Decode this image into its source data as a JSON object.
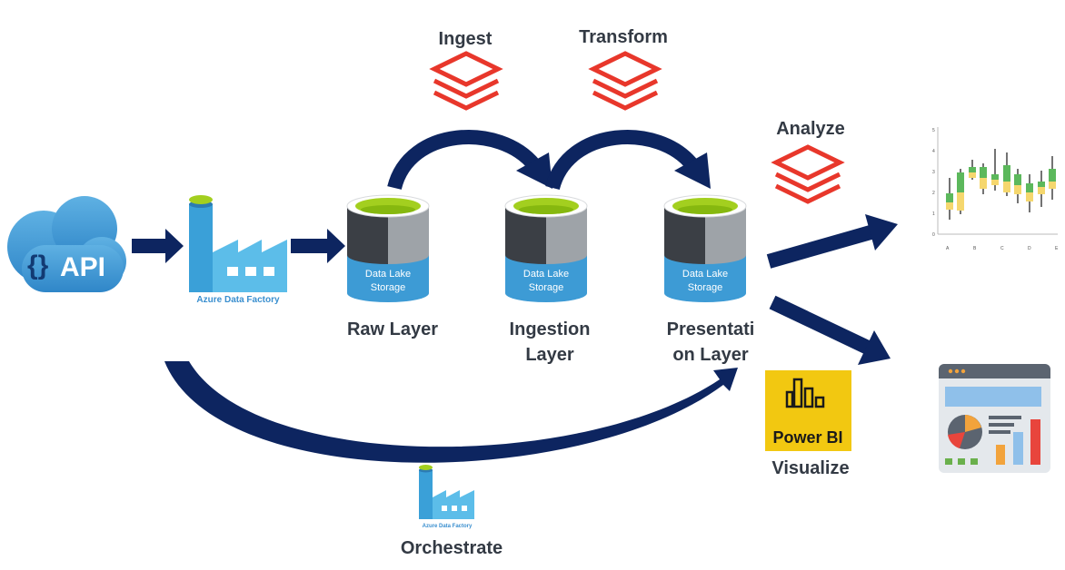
{
  "api": {
    "label": "API",
    "brace": "{}"
  },
  "adf": {
    "label": "Azure Data Factory"
  },
  "orchestrate": {
    "adf_label": "Azure Data Factory",
    "label": "Orchestrate"
  },
  "storage_text": {
    "line1": "Data Lake",
    "line2": "Storage"
  },
  "layers": {
    "raw": {
      "label": "Raw Layer"
    },
    "ingestion": {
      "line1": "Ingestion",
      "line2": "Layer"
    },
    "presentation": {
      "line1": "Presentati",
      "line2": "on Layer"
    }
  },
  "steps": {
    "ingest": "Ingest",
    "transform": "Transform",
    "analyze": "Analyze",
    "visualize": "Visualize"
  },
  "powerbi": {
    "label": "Power BI"
  },
  "boxplot": {
    "y_ticks": [
      "0",
      "1",
      "2",
      "3",
      "4",
      "5"
    ],
    "x_ticks": [
      "A",
      "B",
      "C",
      "D",
      "E"
    ]
  },
  "colors": {
    "arrow": "#0d2560",
    "databricks": "#e8372b",
    "adf_blue": "#3aa0d8",
    "storage_blue": "#3d9bd5",
    "storage_dark": "#3b3f45",
    "storage_gray": "#9ea3a8",
    "lime": "#a3cf1f",
    "powerbi_yellow": "#f2c811"
  }
}
